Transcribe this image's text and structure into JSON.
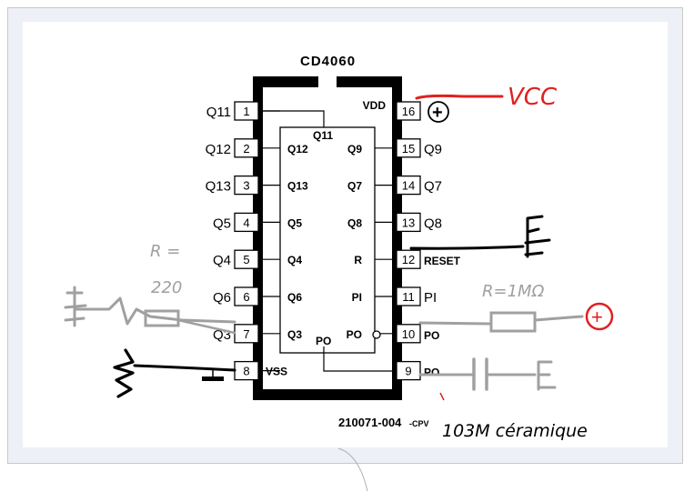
{
  "chip": {
    "title": "CD4060",
    "code": "210071-004",
    "code_suffix": "-CPV"
  },
  "left_pins": [
    {
      "num": "1",
      "outer": "Q11"
    },
    {
      "num": "2",
      "outer": "Q12",
      "inner": "Q12"
    },
    {
      "num": "3",
      "outer": "Q13",
      "inner": "Q13"
    },
    {
      "num": "4",
      "outer": "Q5",
      "inner": "Q5"
    },
    {
      "num": "5",
      "outer": "Q4",
      "inner": "Q4"
    },
    {
      "num": "6",
      "outer": "Q6",
      "inner": "Q6"
    },
    {
      "num": "7",
      "outer": "Q3",
      "inner": "Q3"
    },
    {
      "num": "8",
      "inner": "VSS"
    }
  ],
  "right_pins": [
    {
      "num": "16",
      "outer": "VDD_PLUS",
      "inner": "VDD"
    },
    {
      "num": "15",
      "outer": "Q9",
      "inner": "Q9"
    },
    {
      "num": "14",
      "outer": "Q7",
      "inner": "Q7"
    },
    {
      "num": "13",
      "outer": "Q8",
      "inner": "Q8"
    },
    {
      "num": "12",
      "outer": "RESET",
      "inner": "R"
    },
    {
      "num": "11",
      "outer": "PI",
      "inner": "PI"
    },
    {
      "num": "10",
      "outer": "PO",
      "inner": "PO"
    },
    {
      "num": "9",
      "outer": "PO"
    }
  ],
  "inner_extra": {
    "q11_top": "Q11",
    "po_bottom": "PO"
  },
  "annotations": {
    "vcc": "VCC",
    "r_left_1": "R =",
    "r_left_2": "220",
    "r_right": "R=1MΩ",
    "cap_note": "103M céramique",
    "plus_red": "+",
    "plus_black": "+"
  },
  "colors": {
    "ink": "#000000",
    "frame": "#eef0f7",
    "red_marker": "#e02020",
    "gray_marker": "#a0a0a0"
  }
}
